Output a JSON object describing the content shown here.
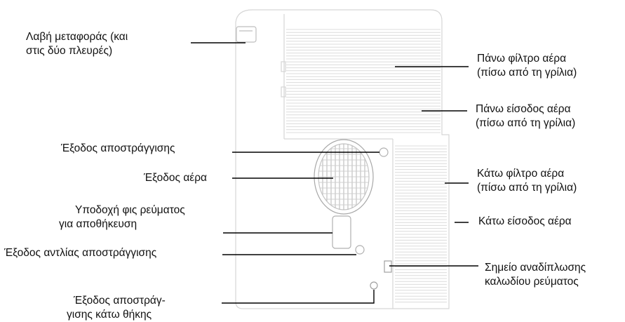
{
  "labels": {
    "handle": [
      "Λαβή μεταφοράς (και",
      "στις δύο πλευρές)"
    ],
    "upper_filter": [
      "Πάνω φίλτρο αέρα",
      "(πίσω από τη γρίλια)"
    ],
    "upper_inlet": [
      "Πάνω είσοδος αέρα",
      "(πίσω από τη γρίλια)"
    ],
    "drain_outlet": [
      "Έξοδος αποστράγγισης"
    ],
    "air_outlet": [
      "Έξοδος αέρα"
    ],
    "plug_storage": [
      "Υποδοχή φις ρεύματος",
      "για αποθήκευση"
    ],
    "pump_drain": [
      "Έξοδος αντλίας αποστράγγισης"
    ],
    "bottom_drain": [
      "Έξοδος αποστράγ-",
      "γισης κάτω θήκης"
    ],
    "lower_filter": [
      "Κάτω φίλτρο αέρα",
      "(πίσω από τη γρίλια)"
    ],
    "lower_inlet": [
      "Κάτω είσοδος αέρα"
    ],
    "cord_wrap": [
      "Σημείο αναδίπλωσης",
      "καλωδίου ρεύματος"
    ]
  }
}
